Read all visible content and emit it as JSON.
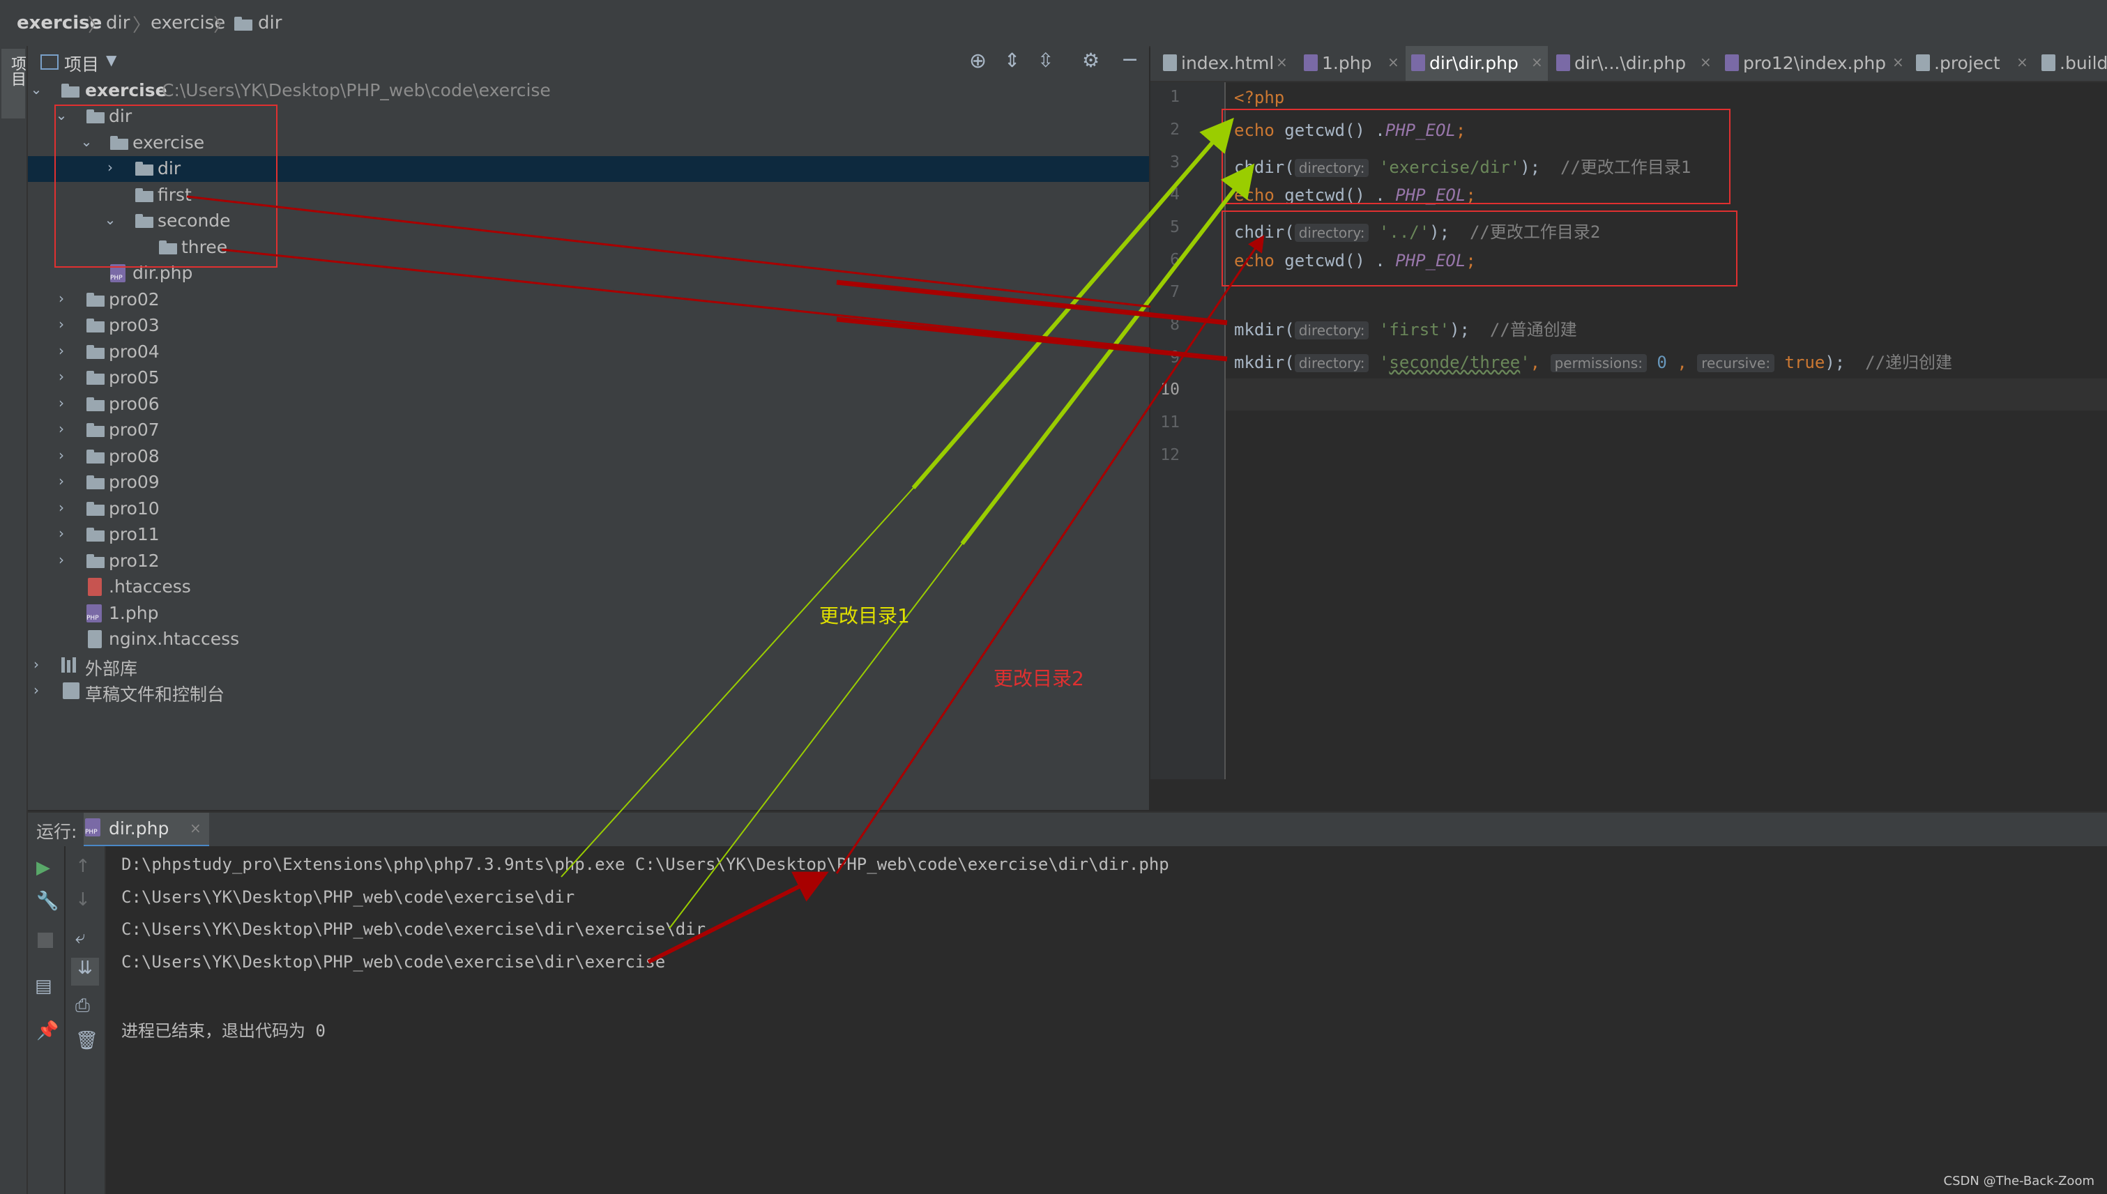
{
  "breadcrumb": [
    "exercise",
    "dir",
    "exercise",
    "dir"
  ],
  "project_panel": {
    "title": "项目",
    "side_tab": "项目",
    "root": {
      "name": "exercise",
      "path": "C:\\Users\\YK\\Desktop\\PHP_web\\code\\exercise"
    },
    "tree": [
      {
        "label": "dir",
        "depth": 1,
        "kind": "folder",
        "expanded": true
      },
      {
        "label": "exercise",
        "depth": 2,
        "kind": "folder",
        "expanded": true
      },
      {
        "label": "dir",
        "depth": 3,
        "kind": "folder",
        "expanded": false,
        "selected": true
      },
      {
        "label": "first",
        "depth": 3,
        "kind": "folder"
      },
      {
        "label": "seconde",
        "depth": 3,
        "kind": "folder",
        "expanded": true
      },
      {
        "label": "three",
        "depth": 4,
        "kind": "folder"
      },
      {
        "label": "dir.php",
        "depth": 2,
        "kind": "php"
      },
      {
        "label": "pro02",
        "depth": 1,
        "kind": "folder",
        "expanded": false
      },
      {
        "label": "pro03",
        "depth": 1,
        "kind": "folder",
        "expanded": false
      },
      {
        "label": "pro04",
        "depth": 1,
        "kind": "folder",
        "expanded": false
      },
      {
        "label": "pro05",
        "depth": 1,
        "kind": "folder",
        "expanded": false
      },
      {
        "label": "pro06",
        "depth": 1,
        "kind": "folder",
        "expanded": false
      },
      {
        "label": "pro07",
        "depth": 1,
        "kind": "folder",
        "expanded": false
      },
      {
        "label": "pro08",
        "depth": 1,
        "kind": "folder",
        "expanded": false
      },
      {
        "label": "pro09",
        "depth": 1,
        "kind": "folder",
        "expanded": false
      },
      {
        "label": "pro10",
        "depth": 1,
        "kind": "folder",
        "expanded": false
      },
      {
        "label": "pro11",
        "depth": 1,
        "kind": "folder",
        "expanded": false
      },
      {
        "label": "pro12",
        "depth": 1,
        "kind": "folder",
        "expanded": false
      },
      {
        "label": ".htaccess",
        "depth": 1,
        "kind": "file"
      },
      {
        "label": "1.php",
        "depth": 1,
        "kind": "php"
      },
      {
        "label": "nginx.htaccess",
        "depth": 1,
        "kind": "file"
      }
    ],
    "extras": [
      "外部库",
      "草稿文件和控制台"
    ]
  },
  "editor": {
    "tabs": [
      "index.html",
      "1.php",
      "dir\\dir.php",
      "dir\\...\\dir.php",
      "pro12\\index.php",
      ".project",
      ".buildp"
    ],
    "active_tab": 2,
    "line_numbers": [
      "1",
      "2",
      "3",
      "4",
      "5",
      "6",
      "7",
      "8",
      "9",
      "10",
      "11",
      "12"
    ],
    "code": {
      "l1": "<?php",
      "echo": "echo",
      "getcwd": " getcwd() .",
      "getcwd2": " getcwd() . ",
      "eol": "PHP_EOL",
      "semi": ";",
      "chdir": "chdir(",
      "mkdir": "mkdir(",
      "hint_directory": "directory:",
      "hint_permissions": "permissions:",
      "hint_recursive": "recursive:",
      "s_exercise_dir": "'exercise/dir'",
      "s_up": "'../'",
      "s_first": "'first'",
      "s_seconde": "seconde/three",
      "close": ");",
      "comma": ",",
      "zero": "0",
      "true": "true",
      "c_dir1": "//更改工作目录1",
      "c_dir2": "//更改工作目录2",
      "c_normal": "//普通创建",
      "c_recursive": "//递归创建"
    }
  },
  "run_panel": {
    "label": "运行:",
    "tab": "dir.php",
    "output": [
      "D:\\phpstudy_pro\\Extensions\\php\\php7.3.9nts\\php.exe C:\\Users\\YK\\Desktop\\PHP_web\\code\\exercise\\dir\\dir.php",
      "C:\\Users\\YK\\Desktop\\PHP_web\\code\\exercise\\dir",
      "C:\\Users\\YK\\Desktop\\PHP_web\\code\\exercise\\dir\\exercise\\dir",
      "C:\\Users\\YK\\Desktop\\PHP_web\\code\\exercise\\dir\\exercise",
      "",
      "进程已结束，退出代码为 0"
    ]
  },
  "annotations": {
    "label1": "更改目录1",
    "label2": "更改目录2",
    "color1": "#e0e000",
    "color2": "#e03030",
    "arrow_green": "#9acd00",
    "arrow_red": "#a80000"
  },
  "watermark": "CSDN @The-Back-Zoom"
}
